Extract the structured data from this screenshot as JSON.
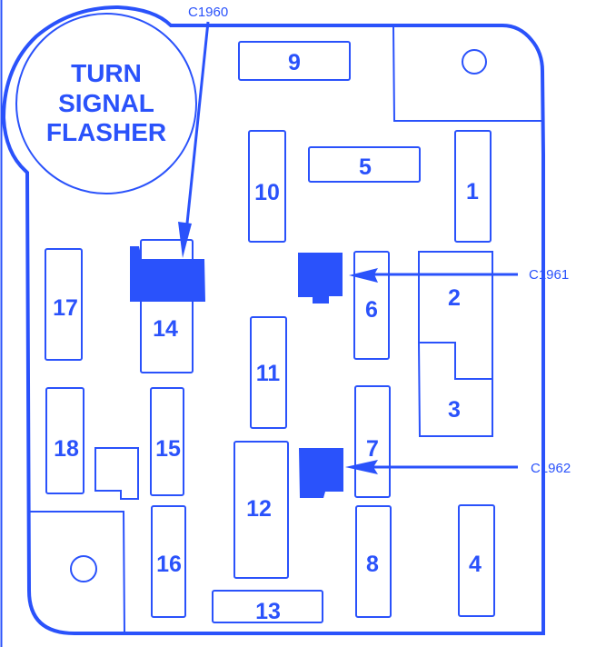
{
  "title": "Fuse Panel Diagram",
  "color": "#2a52fb",
  "flasher": {
    "lines": [
      "TURN",
      "SIGNAL",
      "FLASHER"
    ]
  },
  "connectors": [
    {
      "id": "C1960",
      "label": "C1960"
    },
    {
      "id": "C1961",
      "label": "C1961"
    },
    {
      "id": "C1962",
      "label": "C1962"
    }
  ],
  "fuses": [
    {
      "id": "1",
      "label": "1"
    },
    {
      "id": "2",
      "label": "2"
    },
    {
      "id": "3",
      "label": "3"
    },
    {
      "id": "4",
      "label": "4"
    },
    {
      "id": "5",
      "label": "5"
    },
    {
      "id": "6",
      "label": "6"
    },
    {
      "id": "7",
      "label": "7"
    },
    {
      "id": "8",
      "label": "8"
    },
    {
      "id": "9",
      "label": "9"
    },
    {
      "id": "10",
      "label": "10"
    },
    {
      "id": "11",
      "label": "11"
    },
    {
      "id": "12",
      "label": "12"
    },
    {
      "id": "13",
      "label": "13"
    },
    {
      "id": "14",
      "label": "14"
    },
    {
      "id": "15",
      "label": "15"
    },
    {
      "id": "16",
      "label": "16"
    },
    {
      "id": "17",
      "label": "17"
    },
    {
      "id": "18",
      "label": "18"
    }
  ]
}
